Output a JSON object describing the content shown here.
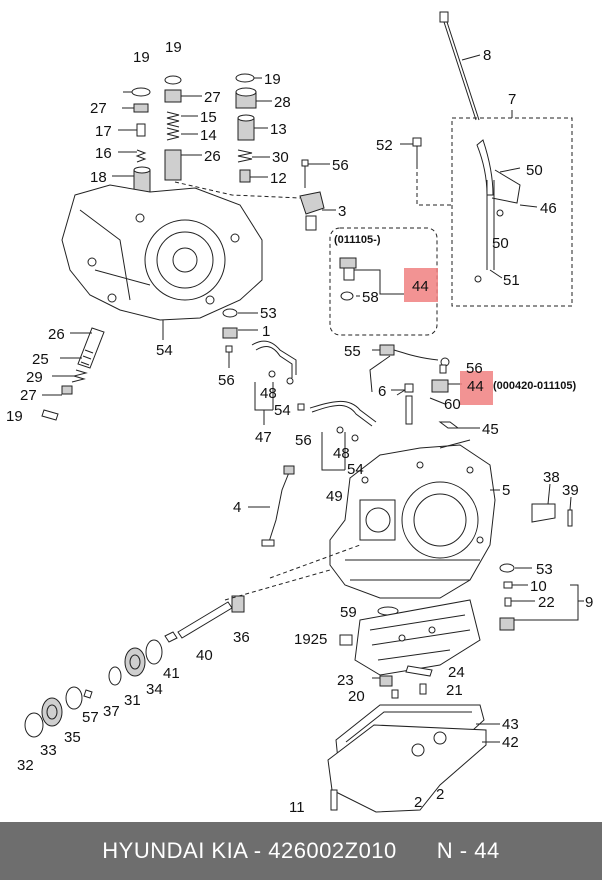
{
  "labels": {
    "n19a": "19",
    "n19b": "19",
    "n19c": "19",
    "n19d": "19",
    "n27a": "27",
    "n27b": "27",
    "n27c": "27",
    "n17": "17",
    "n16": "16",
    "n18": "18",
    "n15": "15",
    "n14": "14",
    "n26a": "26",
    "n26b": "26",
    "n28": "28",
    "n13": "13",
    "n30": "30",
    "n12": "12",
    "n8": "8",
    "n7": "7",
    "n52": "52",
    "n56a": "56",
    "n56b": "56",
    "n56c": "56",
    "n56d": "56",
    "n3": "3",
    "n50a": "50",
    "n50b": "50",
    "n46": "46",
    "n51": "51",
    "range1": "(011105-)",
    "n44a": "44",
    "n58": "58",
    "n53a": "53",
    "n53b": "53",
    "n1": "1",
    "n54a": "54",
    "n54b": "54",
    "n54c": "54",
    "n25": "25",
    "n29": "29",
    "n55": "55",
    "n48a": "48",
    "n48b": "48",
    "n47": "47",
    "n6": "6",
    "n44b": "44",
    "range2": "(000420-011105)",
    "n60": "60",
    "n45": "45",
    "n49": "49",
    "n4": "4",
    "n5": "5",
    "n38": "38",
    "n39": "39",
    "n10": "10",
    "n22": "22",
    "n9": "9",
    "n59": "59",
    "n1925": "1925",
    "n36": "36",
    "n40": "40",
    "n41": "41",
    "n34": "34",
    "n31": "31",
    "n37": "37",
    "n57": "57",
    "n35": "35",
    "n33": "33",
    "n32": "32",
    "n23": "23",
    "n24": "24",
    "n20": "20",
    "n21": "21",
    "n43": "43",
    "n42": "42",
    "n2a": "2",
    "n2b": "2",
    "n11": "11"
  },
  "highlight_color": "#f08080",
  "footer": {
    "brand": "HYUNDAI  KIA - 426002Z010",
    "page": "N - 44"
  }
}
